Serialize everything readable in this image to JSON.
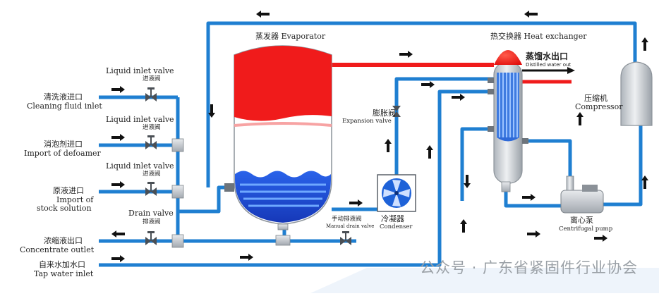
{
  "evaporator": {
    "title": "蒸发器 Evaporator"
  },
  "heat_exchanger": {
    "title": "热交换器 Heat exchanger"
  },
  "distilled_water": {
    "zh": "蒸馏水出口",
    "en": "Distilled water out"
  },
  "compressor": {
    "zh": "压缩机",
    "en": "Compressor"
  },
  "expansion_valve": {
    "zh": "膨胀阀",
    "en": "Expansion valve"
  },
  "condenser": {
    "zh": "冷凝器",
    "en": "Condenser"
  },
  "manual_drain_valve": {
    "zh": "手动排液阀",
    "en": "Manual drain valve"
  },
  "centrifugal_pump": {
    "zh": "离心泵",
    "en": "Centrifugal pump"
  },
  "liquid_inlet_valve_1": {
    "en": "Liquid inlet valve",
    "zh": "进液阀"
  },
  "liquid_inlet_valve_2": {
    "en": "Liquid inlet valve",
    "zh": "进液阀"
  },
  "liquid_inlet_valve_3": {
    "en": "Liquid inlet valve",
    "zh": "进液阀"
  },
  "drain_valve": {
    "en": "Drain valve",
    "zh": "排液阀"
  },
  "cleaning_inlet": {
    "zh": "清洗液进口",
    "en": "Cleaning fluid inlet"
  },
  "defoamer_import": {
    "zh": "消泡剂进口",
    "en": "Import of defoamer"
  },
  "stock_import": {
    "zh": "原液进口",
    "en1": "Import of",
    "en2": "stock solution"
  },
  "concentrate_outlet": {
    "zh": "浓缩液出口",
    "en": "Concentrate outlet"
  },
  "tap_water_inlet": {
    "zh": "自来水加水口",
    "en": "Tap water inlet"
  },
  "watermark": {
    "text": "公众号 · 广东省紧固件行业协会"
  },
  "colors": {
    "pipe": "#1f7fd1",
    "hot": "#f01b1b",
    "water": "#1f5be0",
    "metal": "#c8ccd2",
    "arrow": "#111111"
  }
}
